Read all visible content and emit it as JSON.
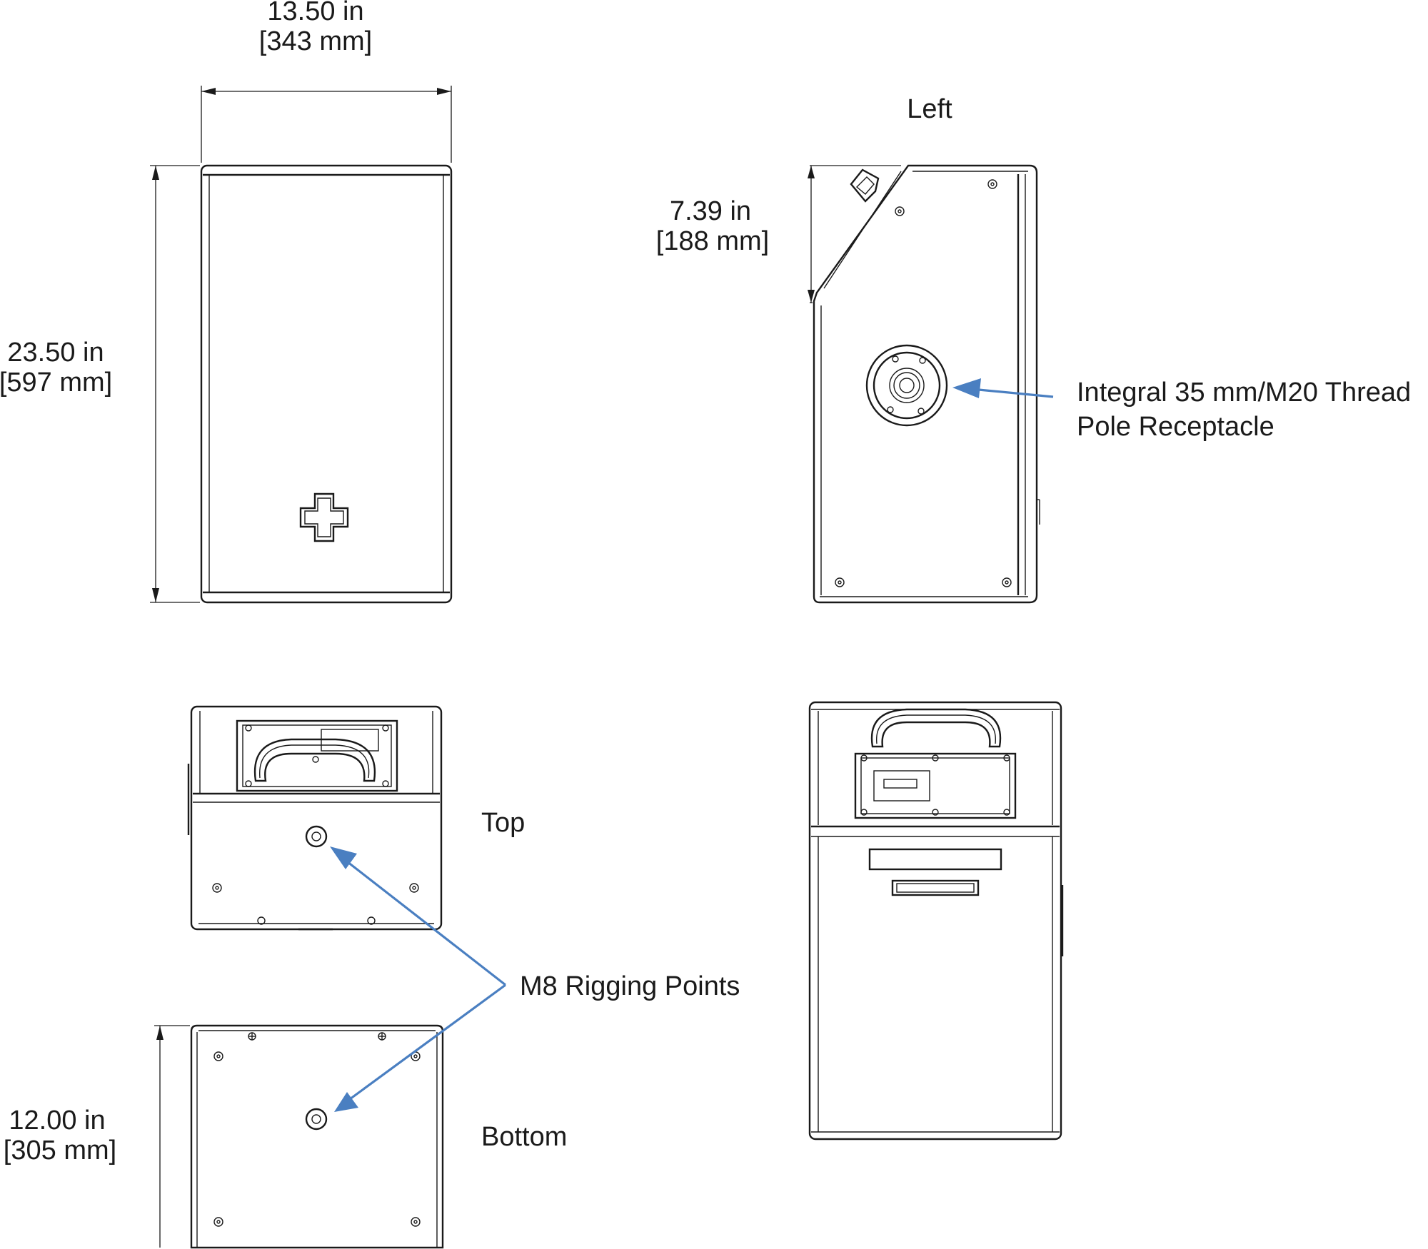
{
  "labels": {
    "width_in": "13.50 in",
    "width_mm": "[343 mm]",
    "height_in": "23.50 in",
    "height_mm": "[597 mm]",
    "side_in": "7.39 in",
    "side_mm": "[188 mm]",
    "depth_in": "12.00 in",
    "depth_mm": "[305 mm]",
    "view_left": "Left",
    "view_top": "Top",
    "view_bottom": "Bottom",
    "pole_line1": "Integral 35 mm/M20 Thread",
    "pole_line2": "Pole Receptacle",
    "rigging": "M8 Rigging Points"
  },
  "colors": {
    "line": "#1a1a1a",
    "callout": "#4a7fc1"
  }
}
